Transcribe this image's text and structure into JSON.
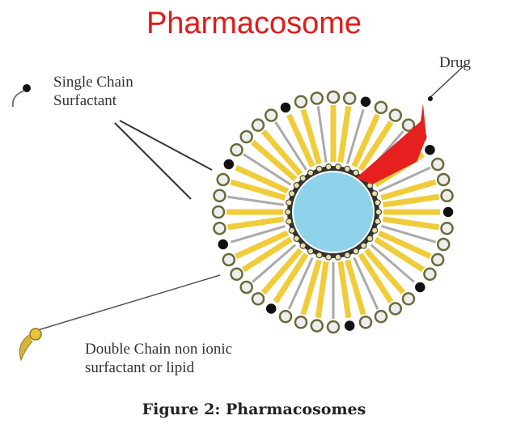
{
  "title": "Pharmacosome",
  "labels": {
    "single_chain": [
      "Single Chain",
      "Surfactant"
    ],
    "drug": "Drug",
    "double_chain": [
      "Double Chain non ionic",
      "surfactant or lipid"
    ]
  },
  "caption": "Figure 2: Pharmacosomes",
  "colors": {
    "title": "#e01b1b",
    "core": "#8fd3ea",
    "tail": "#f0cc3a",
    "drug": "#e5201e",
    "head": "#6b6a3a"
  }
}
